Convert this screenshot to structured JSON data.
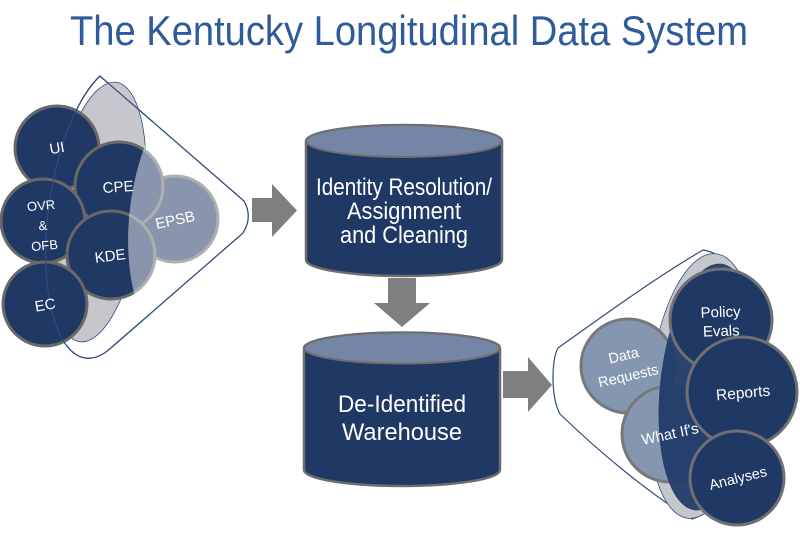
{
  "title": "The Kentucky Longitudinal Data System",
  "colors": {
    "title": "#2F5B9B",
    "dark_navy": "#1F3864",
    "light_slate": "#8496B0",
    "cylinder_top": "#7485A6",
    "arrow_gray": "#7F7F7F",
    "funnel_gray": "#C5C7CC",
    "outline_navy": "#2E4C7E",
    "text_white": "#FFFFFF"
  },
  "sources_funnel": {
    "circles": [
      {
        "id": "ui",
        "label": "UI"
      },
      {
        "id": "cpe",
        "label": "CPE"
      },
      {
        "id": "ovr_ofb",
        "lines": [
          "OVR",
          "&",
          "OFB"
        ]
      },
      {
        "id": "kde",
        "label": "KDE"
      },
      {
        "id": "epsb",
        "label": "EPSB"
      },
      {
        "id": "ec",
        "label": "EC"
      }
    ]
  },
  "identity_cylinder": {
    "lines": [
      "Identity Resolution/",
      "Assignment",
      "and Cleaning"
    ]
  },
  "warehouse_cylinder": {
    "lines": [
      "De-Identified",
      "Warehouse"
    ]
  },
  "outputs_funnel": {
    "circles": [
      {
        "id": "data_requests",
        "lines": [
          "Data",
          "Requests"
        ]
      },
      {
        "id": "policy_evals",
        "lines": [
          "Policy",
          "Evals"
        ]
      },
      {
        "id": "reports",
        "label": "Reports"
      },
      {
        "id": "what_ifs",
        "label": "What If's"
      },
      {
        "id": "analyses",
        "label": "Analyses"
      }
    ]
  }
}
